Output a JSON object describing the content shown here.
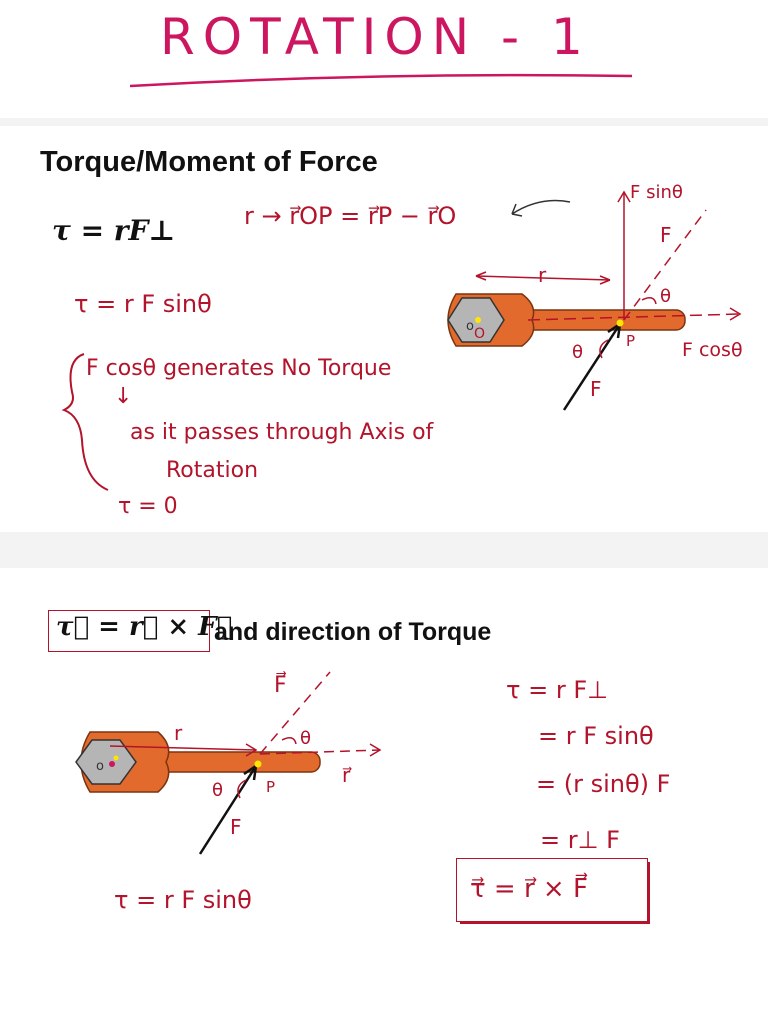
{
  "page_title": "ROTATION - 1",
  "section1": {
    "heading": "Torque/Moment of Force",
    "formula": "τ = rF⊥",
    "vector_def": "r → r⃗OP = r⃗P − r⃗O",
    "eq_sin": "τ = r F sinθ",
    "note_line1": "F cosθ generates No Torque",
    "note_arrow": "↓",
    "note_line2": "as it passes through Axis of",
    "note_line3": "Rotation",
    "note_result": "τ = 0",
    "diagram": {
      "label_r": "r",
      "label_fsin": "F sinθ",
      "label_f_dashed": "F",
      "label_theta_top": "θ",
      "label_theta_bottom": "θ",
      "label_p": "P",
      "label_fcos": "F cosθ",
      "label_f": "F",
      "label_o": "O"
    }
  },
  "section2": {
    "heading_vector": "τ⃗ = r⃗ × F⃗",
    "heading_text": "and direction of Torque",
    "diagram": {
      "label_f_vec": "F⃗",
      "label_r": "r",
      "label_theta_top": "θ",
      "label_r_vec": "r⃗",
      "label_theta_bottom": "θ",
      "label_p": "P",
      "label_f": "F"
    },
    "eq_bottom": "τ = r F sinθ",
    "deriv_1": "τ = r F⊥",
    "deriv_2": "= r F sinθ",
    "deriv_3": "= (r sinθ) F",
    "deriv_4": "= r⊥ F",
    "deriv_boxed": "τ⃗ = r⃗ × F⃗"
  },
  "colors": {
    "ink_red": "#b3132b",
    "ink_black": "#111111",
    "wrench_orange": "#e26a2c",
    "wrench_outline": "#7a3410",
    "nut_gray": "#b5b5b5",
    "point_yellow": "#ffe600"
  }
}
